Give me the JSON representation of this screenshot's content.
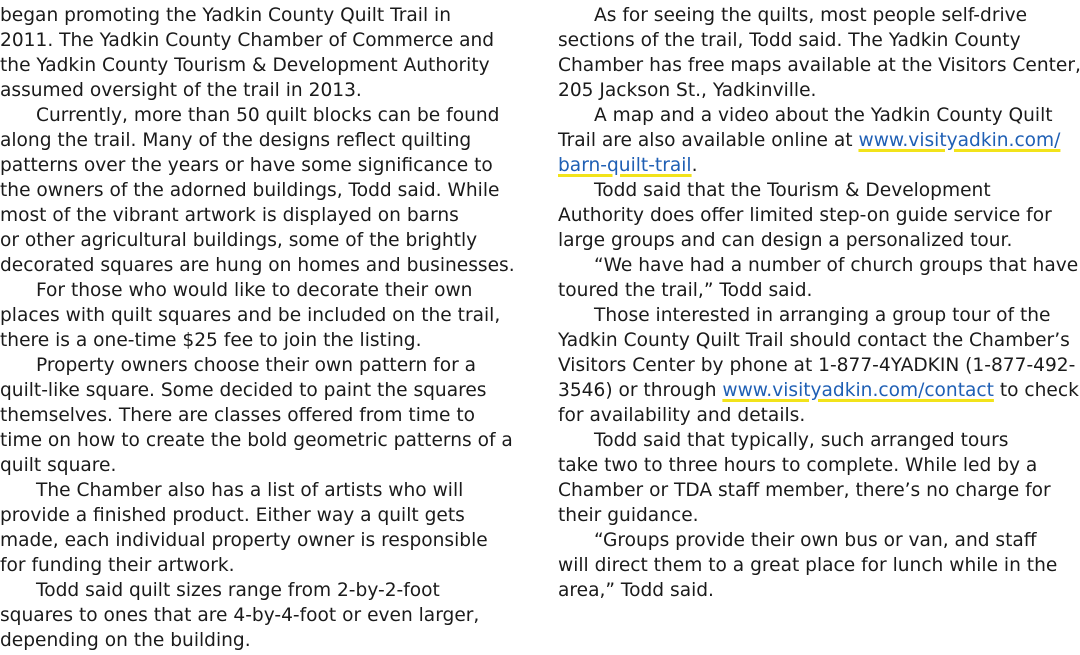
{
  "left_column": [
    {
      "text": "began promoting the Yadkin County Quilt Trail in",
      "indent": false
    },
    {
      "text": "2011. The Yadkin County Chamber of Commerce and",
      "indent": false
    },
    {
      "text": "the Yadkin County Tourism & Development Authority",
      "indent": false
    },
    {
      "text": "assumed oversight of the trail in 2013.",
      "indent": false
    },
    {
      "text": "Currently, more than 50 quilt blocks can be found",
      "indent": true
    },
    {
      "text": "along the trail. Many of the designs reflect quilting",
      "indent": false
    },
    {
      "text": "patterns over the years or have some significance to",
      "indent": false
    },
    {
      "text": "the owners of the adorned buildings, Todd said. While",
      "indent": false
    },
    {
      "text": "most of the vibrant artwork is displayed on barns",
      "indent": false
    },
    {
      "text": "or other agricultural buildings, some of the brightly",
      "indent": false
    },
    {
      "text": "decorated squares are hung on homes and businesses.",
      "indent": false
    },
    {
      "text": "For those who would like to decorate their own",
      "indent": true
    },
    {
      "text": "places with quilt squares and be included on the trail,",
      "indent": false
    },
    {
      "text": "there is a one-time $25 fee to join the listing.",
      "indent": false
    },
    {
      "text": "Property owners choose their own pattern for a",
      "indent": true
    },
    {
      "text": "quilt-like square. Some decided to paint the squares",
      "indent": false
    },
    {
      "text": "themselves. There are classes offered from time to",
      "indent": false
    },
    {
      "text": "time on how to create the bold geometric patterns of a",
      "indent": false
    },
    {
      "text": "quilt square.",
      "indent": false
    },
    {
      "text": "The Chamber also has a list of artists who will",
      "indent": true
    },
    {
      "text": "provide a finished product. Either way a quilt gets",
      "indent": false
    },
    {
      "text": "made, each individual property owner is responsible",
      "indent": false
    },
    {
      "text": "for funding their artwork.",
      "indent": false
    },
    {
      "text": "Todd said quilt sizes range from 2-by-2-foot",
      "indent": true
    },
    {
      "text": "squares to ones that are 4-by-4-foot or even larger,",
      "indent": false
    },
    {
      "text": "depending on the building.",
      "indent": false
    }
  ],
  "right_column": [
    {
      "indent": true,
      "parts": [
        {
          "text": "As for seeing the quilts, most people self-drive"
        }
      ]
    },
    {
      "indent": false,
      "parts": [
        {
          "text": "sections of the trail, Todd said. The Yadkin County"
        }
      ]
    },
    {
      "indent": false,
      "parts": [
        {
          "text": "Chamber has free maps available at the Visitors Center,"
        }
      ]
    },
    {
      "indent": false,
      "parts": [
        {
          "text": "205 Jackson St., Yadkinville."
        }
      ]
    },
    {
      "indent": true,
      "parts": [
        {
          "text": "A map and a video about the Yadkin County Quilt"
        }
      ]
    },
    {
      "indent": false,
      "parts": [
        {
          "text": "Trail are also available online at "
        },
        {
          "text": "www.visityadkin.com/",
          "link": true
        }
      ]
    },
    {
      "indent": false,
      "parts": [
        {
          "text": "barn-quilt-trail",
          "link": true
        },
        {
          "text": "."
        }
      ]
    },
    {
      "indent": true,
      "parts": [
        {
          "text": "Todd said that the Tourism & Development"
        }
      ]
    },
    {
      "indent": false,
      "parts": [
        {
          "text": "Authority does offer limited step-on guide service for"
        }
      ]
    },
    {
      "indent": false,
      "parts": [
        {
          "text": "large groups and can design a personalized tour."
        }
      ]
    },
    {
      "indent": true,
      "parts": [
        {
          "text": "“We have had a number of church groups that have"
        }
      ]
    },
    {
      "indent": false,
      "parts": [
        {
          "text": "toured the trail,” Todd said."
        }
      ]
    },
    {
      "indent": true,
      "parts": [
        {
          "text": "Those interested in arranging a group tour of the"
        }
      ]
    },
    {
      "indent": false,
      "parts": [
        {
          "text": "Yadkin County Quilt Trail should contact the Chamber’s"
        }
      ]
    },
    {
      "indent": false,
      "parts": [
        {
          "text": "Visitors Center by phone at 1-877-4YADKIN (1-877-492-"
        }
      ]
    },
    {
      "indent": false,
      "parts": [
        {
          "text": "3546) or through "
        },
        {
          "text": "www.visityadkin.com/contact",
          "link": true
        },
        {
          "text": " to check"
        }
      ]
    },
    {
      "indent": false,
      "parts": [
        {
          "text": "for availability and details."
        }
      ]
    },
    {
      "indent": true,
      "parts": [
        {
          "text": "Todd said that typically, such arranged tours"
        }
      ]
    },
    {
      "indent": false,
      "parts": [
        {
          "text": "take two to three hours to complete. While led by a"
        }
      ]
    },
    {
      "indent": false,
      "parts": [
        {
          "text": "Chamber or TDA staff member, there’s no charge for"
        }
      ]
    },
    {
      "indent": false,
      "parts": [
        {
          "text": "their guidance."
        }
      ]
    },
    {
      "indent": true,
      "parts": [
        {
          "text": "“Groups provide their own bus or van, and staff"
        }
      ]
    },
    {
      "indent": false,
      "parts": [
        {
          "text": "will direct them to a great place for lunch while in the"
        }
      ]
    },
    {
      "indent": false,
      "parts": [
        {
          "text": "area,” Todd said."
        }
      ]
    }
  ],
  "colors": {
    "text": "#1a1a1a",
    "link": "#1f5fb4",
    "link_highlight": "#f2e31a"
  }
}
